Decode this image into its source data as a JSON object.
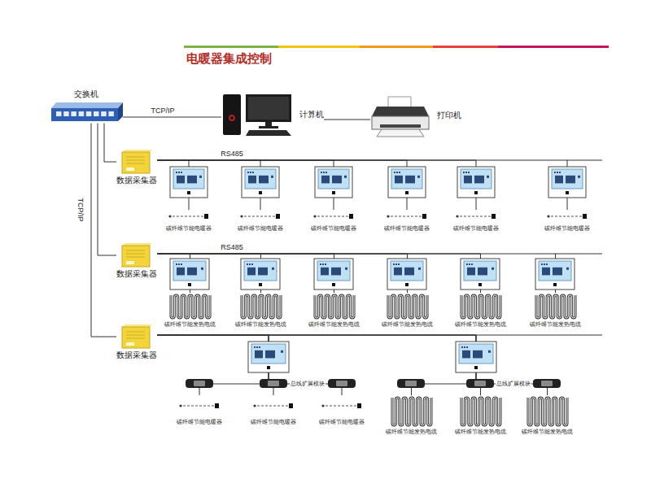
{
  "diagram": {
    "title": "电暖器集成控制",
    "nodes": [
      {
        "text": [
          "交换机"
        ]
      },
      {
        "text": [
          "计算机"
        ]
      },
      {
        "text": [
          "打印机"
        ]
      },
      {
        "text": [
          "数据采集器"
        ]
      },
      {
        "text": [
          "数据采集器"
        ]
      },
      {
        "text": [
          "数据采集器"
        ]
      },
      {
        "text": [
          "碳纤维节能电暖器"
        ]
      },
      {
        "text": [
          "碳纤维节能电暖器"
        ]
      },
      {
        "text": [
          "碳纤维节能电暖器"
        ]
      },
      {
        "text": [
          "碳纤维节能电暖器"
        ]
      },
      {
        "text": [
          "碳纤维节能电暖器"
        ]
      },
      {
        "text": [
          "碳纤维节能电暖器"
        ]
      },
      {
        "text": [
          "碳纤维节能发热电缆"
        ]
      },
      {
        "text": [
          "碳纤维节能发热电缆"
        ]
      },
      {
        "text": [
          "碳纤维节能发热电缆"
        ]
      },
      {
        "text": [
          "碳纤维节能发热电缆"
        ]
      },
      {
        "text": [
          "碳纤维节能发热电缆"
        ]
      },
      {
        "text": [
          "碳纤维节能发热电缆"
        ]
      },
      {
        "text": [
          "碳纤维节能电暖器"
        ]
      },
      {
        "text": [
          "碳纤维节能电暖器"
        ]
      },
      {
        "text": [
          "碳纤维节能电暖器"
        ]
      },
      {
        "text": [
          "碳纤维节能发热电缆"
        ]
      },
      {
        "text": [
          "碳纤维节能发热电缆"
        ]
      },
      {
        "text": [
          "碳纤维节能发热电缆"
        ]
      }
    ],
    "edges": [
      {
        "from": 0,
        "to": 1,
        "arrow": "none",
        "label": "TCP/IP"
      },
      {
        "from": 1,
        "to": 2,
        "arrow": "none"
      },
      {
        "from": 0,
        "to": 3,
        "arrow": "none"
      },
      {
        "from": 0,
        "to": 4,
        "arrow": "none"
      },
      {
        "from": 0,
        "to": 5,
        "arrow": "none",
        "label": "TCP/IP"
      },
      {
        "from": 3,
        "to": 6,
        "arrow": "none"
      },
      {
        "from": 3,
        "to": 7,
        "arrow": "none"
      },
      {
        "from": 3,
        "to": 8,
        "arrow": "none"
      },
      {
        "from": 3,
        "to": 9,
        "arrow": "none"
      },
      {
        "from": 3,
        "to": 10,
        "arrow": "none"
      },
      {
        "from": 3,
        "to": 11,
        "arrow": "none"
      },
      {
        "from": 4,
        "to": 12,
        "arrow": "none"
      },
      {
        "from": 4,
        "to": 13,
        "arrow": "none"
      },
      {
        "from": 4,
        "to": 14,
        "arrow": "none"
      },
      {
        "from": 4,
        "to": 15,
        "arrow": "none"
      },
      {
        "from": 4,
        "to": 16,
        "arrow": "none"
      },
      {
        "from": 4,
        "to": 17,
        "arrow": "none"
      },
      {
        "from": 5,
        "to": 18,
        "arrow": "none"
      },
      {
        "from": 5,
        "to": 19,
        "arrow": "none"
      },
      {
        "from": 5,
        "to": 20,
        "arrow": "none"
      },
      {
        "from": 5,
        "to": 21,
        "arrow": "none"
      },
      {
        "from": 5,
        "to": 22,
        "arrow": "none"
      },
      {
        "from": 5,
        "to": 23,
        "arrow": "none"
      }
    ],
    "labels": [
      "RS485",
      "RS485",
      "总线扩展模块",
      "总线扩展模块"
    ]
  }
}
